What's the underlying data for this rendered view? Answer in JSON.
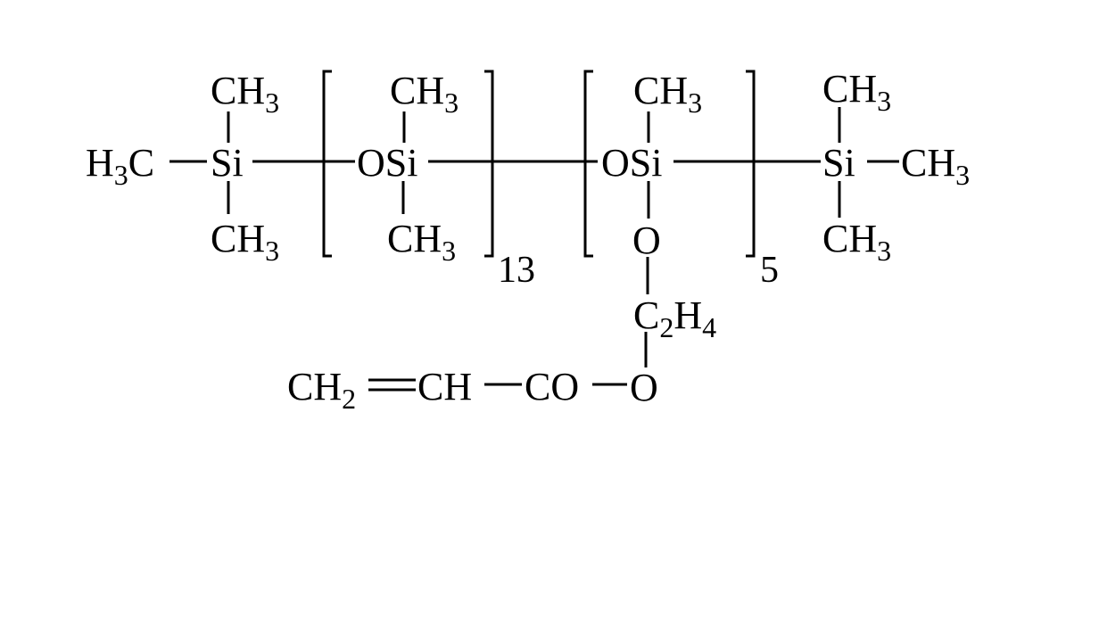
{
  "diagram": {
    "type": "chemical-structure",
    "name": "acryloxyethoxy-functional polydimethylsiloxane",
    "atoms": {
      "end_left": {
        "si": "Si",
        "left": {
          "main": "H",
          "sub": "3",
          "tail": "C"
        },
        "top": {
          "main": "CH",
          "sub": "3"
        },
        "bottom": {
          "main": "CH",
          "sub": "3"
        }
      },
      "unit1": {
        "osi": "OSi",
        "top": {
          "main": "CH",
          "sub": "3"
        },
        "bottom": {
          "main": "CH",
          "sub": "3"
        },
        "repeat": "13"
      },
      "unit2": {
        "osi": "OSi",
        "top": {
          "main": "CH",
          "sub": "3"
        },
        "o": "O",
        "c2h4": {
          "c": "C",
          "c_sub": "2",
          "h": "H",
          "h_sub": "4"
        },
        "o2": "O",
        "repeat": "5"
      },
      "end_right": {
        "si": "Si",
        "right": {
          "main": "CH",
          "sub": "3"
        },
        "top": {
          "main": "CH",
          "sub": "3"
        },
        "bottom": {
          "main": "CH",
          "sub": "3"
        }
      },
      "acrylate": {
        "ch2": {
          "main": "CH",
          "sub": "2"
        },
        "ch": "CH",
        "co": "CO"
      }
    }
  }
}
